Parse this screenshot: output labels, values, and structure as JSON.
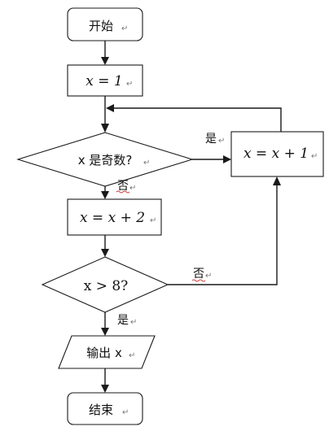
{
  "flowchart": {
    "start": "开始",
    "init": "x = 1",
    "cond_odd": "x 是奇数?",
    "increment_one": "x = x + 1",
    "increment_two": "x = x + 2",
    "cond_gt": "x > 8?",
    "output": "输出 x",
    "end": "结束",
    "edge_odd_yes": "是",
    "edge_odd_no": "否",
    "edge_gt_no": "否",
    "edge_gt_yes": "是"
  }
}
